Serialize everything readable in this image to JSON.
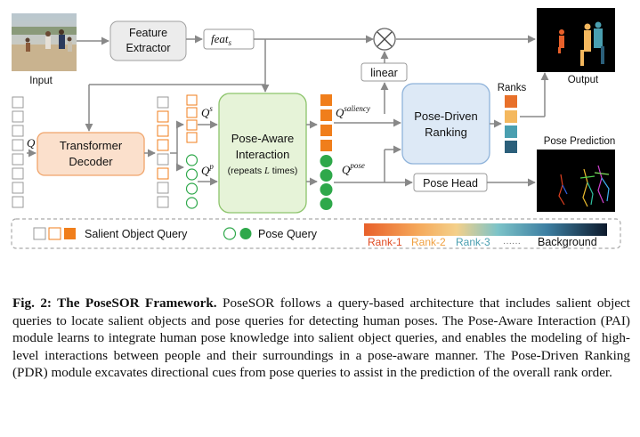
{
  "diagram": {
    "input_label": "Input",
    "feature_extractor": "Feature Extractor",
    "feats": "feat",
    "feats_sub": "s",
    "linear": "linear",
    "transformer_decoder": "Transformer Decoder",
    "q_label": "Q",
    "qs_label": "Q",
    "qs_sup": "s",
    "qp_label": "Q",
    "qp_sup": "p",
    "pai_line1": "Pose-Aware",
    "pai_line2": "Interaction",
    "pai_line3a": "(repeats ",
    "pai_line3b": "L",
    "pai_line3c": " times)",
    "qsal_label": "Q",
    "qsal_sup": "saliency",
    "qpose_label": "Q",
    "qpose_sup": "pose",
    "pdr_line1": "Pose-Driven",
    "pdr_line2": "Ranking",
    "ranks_label": "Ranks",
    "output_label": "Output",
    "pose_prediction_label": "Pose Prediction",
    "pose_head": "Pose Head",
    "legend_salient": "Salient Object  Query",
    "legend_pose": "Pose Query",
    "rank1": "Rank-1",
    "rank2": "Rank-2",
    "rank3": "Rank-3",
    "rank_dots": "······",
    "background": "Background"
  },
  "colors": {
    "orange": "#f07e1b",
    "green": "#2ea84a",
    "pai_fill": "#e6f3d8",
    "pai_stroke": "#8cc46b",
    "decoder_fill": "#fbe0cc",
    "decoder_stroke": "#f0a46a",
    "pdr_fill": "#dde9f6",
    "pdr_stroke": "#8fb3da",
    "rank1": "#e8702a",
    "rank2": "#f4b85e",
    "rank3": "#4a9fb0",
    "rank4": "#2b5f7a"
  },
  "caption": {
    "fig_label": "Fig. 2: The PoseSOR Framework.",
    "text": "PoseSOR follows a query-based architecture that includes salient object queries to locate salient objects and pose queries for detecting human poses. The Pose-Aware Interaction (PAI) module learns to integrate human pose knowledge into salient object queries, and enables the modeling of high-level interactions between people and their surroundings in a pose-aware manner. The Pose-Driven Ranking (PDR) module excavates directional cues from pose queries to assist in the prediction of the overall rank order."
  }
}
